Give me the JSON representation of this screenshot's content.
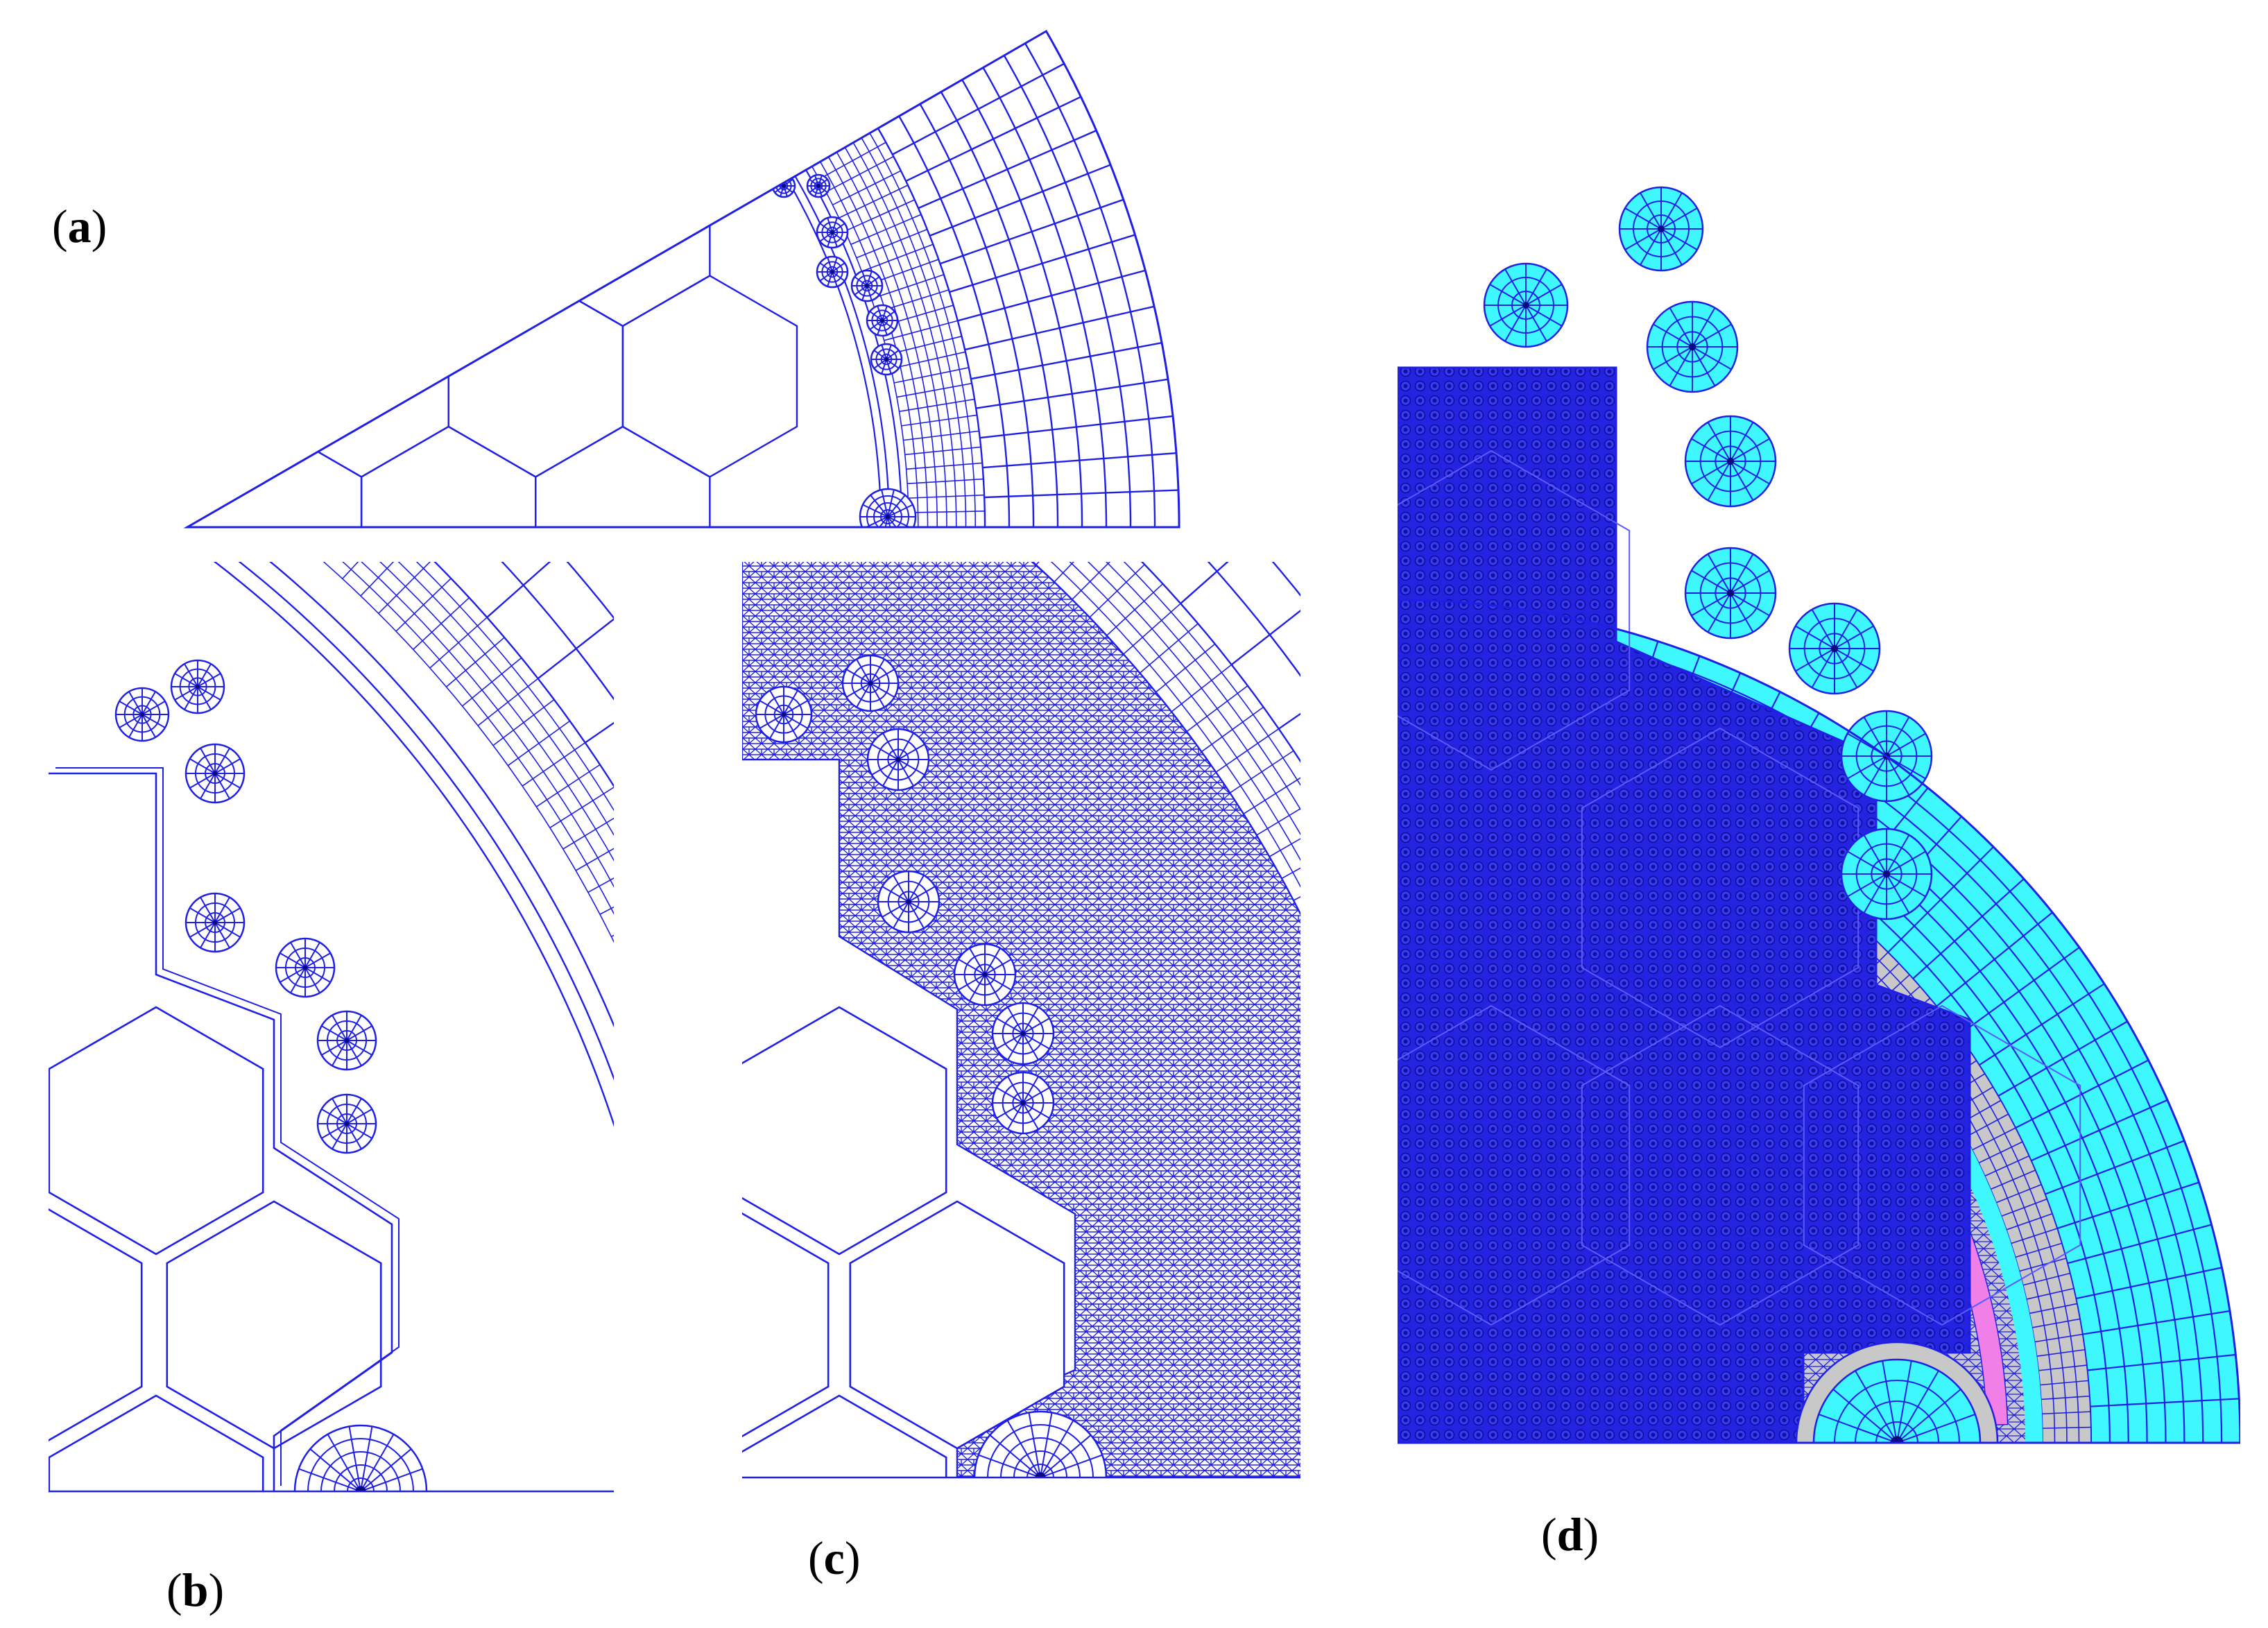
{
  "panels": [
    {
      "id": "a",
      "open": "(",
      "letter": "a",
      "close": ")"
    },
    {
      "id": "b",
      "open": "(",
      "letter": "b",
      "close": ")"
    },
    {
      "id": "c",
      "open": "(",
      "letter": "c",
      "close": ")"
    },
    {
      "id": "d",
      "open": "(",
      "letter": "d",
      "close": ")"
    }
  ],
  "colors": {
    "mesh_line": "#1f1fe6",
    "dense_mesh_fill": "#2b2bd8",
    "core_fill": "#2424e0",
    "reflector_fill": "#c8c8d2",
    "water_fill": "#3ff8ff",
    "steel_fill": "#c8c8c8",
    "gap_fill": "#f080e8"
  }
}
